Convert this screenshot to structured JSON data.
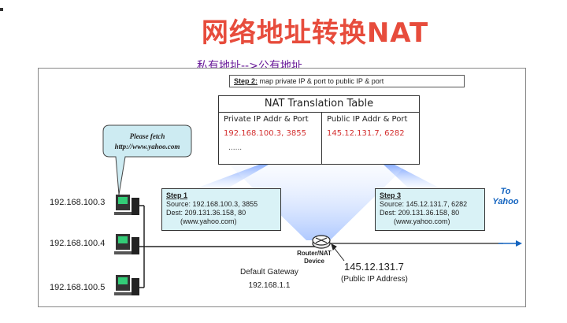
{
  "title": "网络地址转换NAT",
  "subtitle": "私有地址-->公有地址",
  "step2": {
    "label": "Step 2:",
    "text": "map private IP & port to public IP & port"
  },
  "nat_table": {
    "title": "NAT Translation Table",
    "headers": [
      "Private IP Addr & Port",
      "Public IP Addr & Port"
    ],
    "row": [
      "192.168.100.3, 3855",
      "145.12.131.7, 6282"
    ],
    "ellipsis": "......"
  },
  "speech": {
    "line1": "Please fetch",
    "line2": "http://www.yahoo.com"
  },
  "step1": {
    "heading": "Step 1",
    "source": "Source: 192.168.100.3, 3855",
    "dest": "Dest: 209.131.36.158, 80",
    "host": "(www.yahoo.com)"
  },
  "step3": {
    "heading": "Step 3",
    "source": "Source: 145.12.131.7, 6282",
    "dest": "Dest: 209.131.36.158, 80",
    "host": "(www.yahoo.com)"
  },
  "hosts": [
    "192.168.100.3",
    "192.168.100.4",
    "192.168.100.5"
  ],
  "to_yahoo": {
    "line1": "To",
    "line2": "Yahoo"
  },
  "gateway": {
    "line1": "Default Gateway",
    "line2": "192.168.1.1"
  },
  "router": {
    "line1": "Router/NAT",
    "line2": "Device"
  },
  "public_ip": "145.12.131.7",
  "public_ip_note": "(Public IP Address)",
  "icons": [
    "computer-icon",
    "router-icon",
    "arrow-right-icon"
  ],
  "colors": {
    "title": "#e74c3c",
    "subtitle": "#6a1b9a",
    "step_box": "#d9f2f6",
    "table_value": "#d32f2f",
    "beam": "#7fa8ff",
    "yahoo_arrow": "#1565c0"
  }
}
